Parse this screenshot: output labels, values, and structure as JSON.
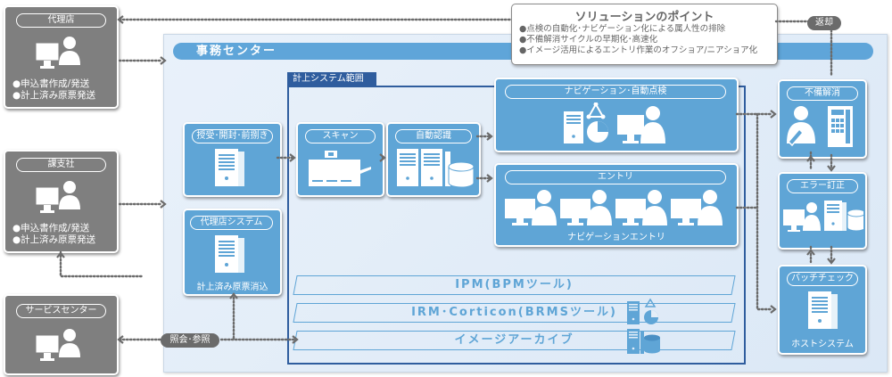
{
  "solution_points": {
    "title": "ソリューションのポイント",
    "items": [
      "●点検の自動化･ナビゲーション化による属人性の排除",
      "●不備解消サイクルの早期化･高速化",
      "●イメージ活用によるエントリ作業のオフショア/ニアショア化"
    ]
  },
  "external": {
    "agency": {
      "label": "代理店",
      "notes": [
        "●申込書作成/発送",
        "●計上済み原票発送"
      ]
    },
    "branch": {
      "label": "課支社",
      "notes": [
        "●申込書作成/発送",
        "●計上済み原票発送"
      ]
    },
    "service_center": {
      "label": "サービスセンター"
    }
  },
  "office_center": {
    "title": "事務センター",
    "scope_label": "計上システム範囲",
    "boxes": {
      "receive": {
        "label": "授受･開封･前捌き"
      },
      "scan": {
        "label": "スキャン"
      },
      "auto_recognition": {
        "label": "自動認識"
      },
      "navigation": {
        "label": "ナビゲーション･自動点検"
      },
      "entry": {
        "label": "エントリ",
        "caption": "ナビゲーションエントリ"
      },
      "agency_system": {
        "label": "代理店システム",
        "caption": "計上済み原票消込"
      },
      "deficiency": {
        "label": "不備解消"
      },
      "error_fix": {
        "label": "エラー訂正"
      },
      "batch_check": {
        "label": "バッチチェック",
        "caption": "ホストシステム"
      }
    },
    "bands": [
      "IPM(BPMツール)",
      "IRM･Corticon(BRMSツール)",
      "イメージアーカイブ"
    ]
  },
  "tags": {
    "return": "返却",
    "inquiry": "照会･参照"
  },
  "colors": {
    "external_box": "#7f7f7f",
    "process_box": "#5fa5d6",
    "scope_border": "#2f5d9e",
    "connector": "#6b6b6b"
  }
}
